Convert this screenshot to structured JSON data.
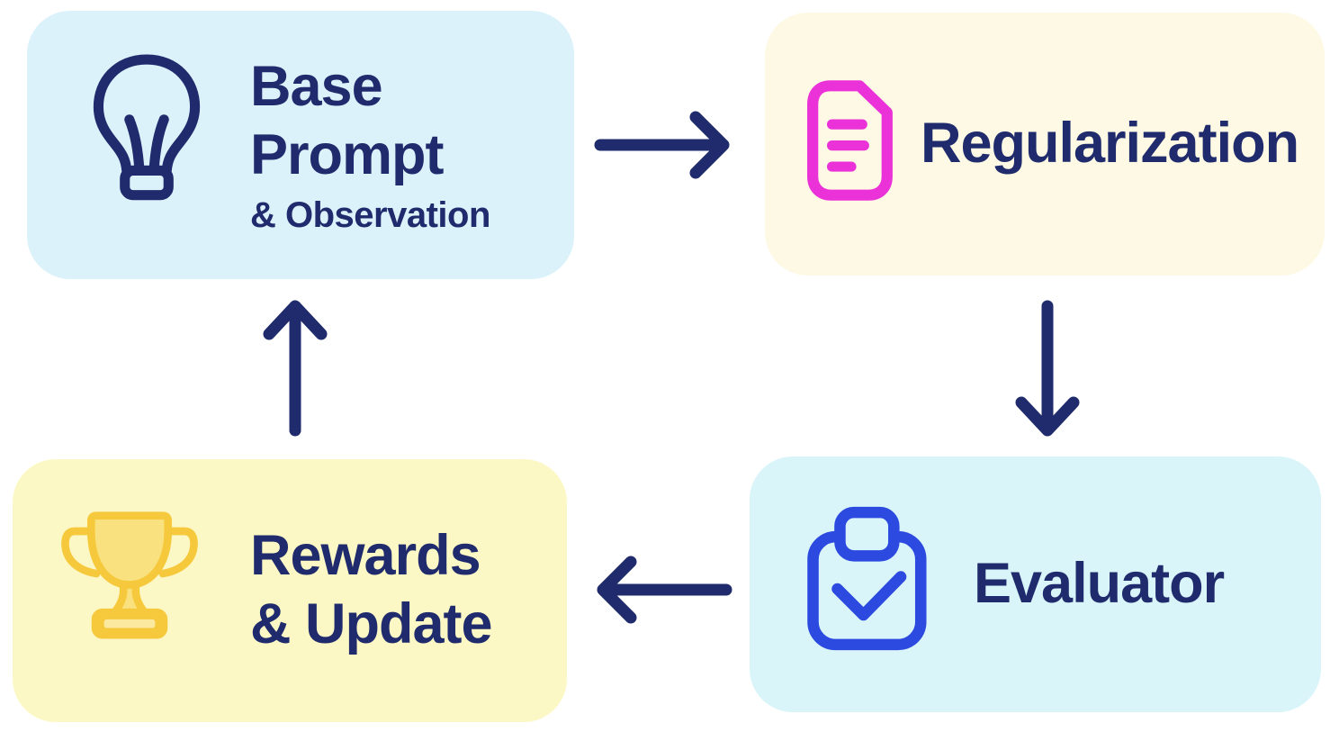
{
  "colors": {
    "page_bg": "#ffffff",
    "navy": "#1f2b6c",
    "magenta": "#ea32d8",
    "royal_blue": "#2c4ae0",
    "gold": "#f6c93d",
    "gold_fill": "#fae180",
    "gold_fill_light": "#fbe9a0",
    "box_base_bg": "#dcf2fb",
    "box_regularization_bg": "#fdf9e4",
    "box_rewards_bg": "#fcf8c6",
    "box_evaluator_bg": "#d9f5f9"
  },
  "nodes": {
    "base_prompt": {
      "line1": "Base",
      "line2": "Prompt",
      "subtitle": "& Observation",
      "icon": "lightbulb-icon"
    },
    "regularization": {
      "label": "Regularization",
      "icon": "document-icon"
    },
    "evaluator": {
      "label": "Evaluator",
      "icon": "clipboard-check-icon"
    },
    "rewards": {
      "line1": "Rewards",
      "line2": "& Update",
      "icon": "trophy-icon"
    }
  },
  "edges": [
    {
      "from": "base_prompt",
      "to": "regularization",
      "direction": "right"
    },
    {
      "from": "regularization",
      "to": "evaluator",
      "direction": "down"
    },
    {
      "from": "evaluator",
      "to": "rewards",
      "direction": "left"
    },
    {
      "from": "rewards",
      "to": "base_prompt",
      "direction": "up"
    }
  ]
}
